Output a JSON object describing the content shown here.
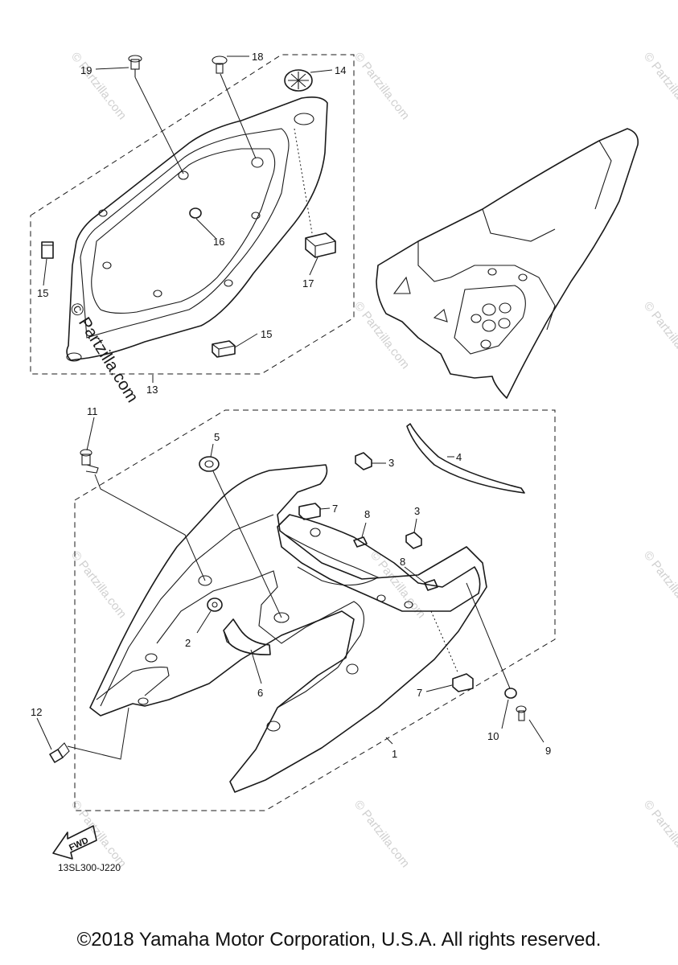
{
  "watermark": {
    "small": "© Partzilla.com",
    "large": "© Partzilla.com"
  },
  "callouts": [
    {
      "id": "c1",
      "label": "1"
    },
    {
      "id": "c2",
      "label": "2"
    },
    {
      "id": "c3a",
      "label": "3"
    },
    {
      "id": "c3b",
      "label": "3"
    },
    {
      "id": "c4",
      "label": "4"
    },
    {
      "id": "c5",
      "label": "5"
    },
    {
      "id": "c6",
      "label": "6"
    },
    {
      "id": "c7a",
      "label": "7"
    },
    {
      "id": "c7b",
      "label": "7"
    },
    {
      "id": "c8a",
      "label": "8"
    },
    {
      "id": "c8b",
      "label": "8"
    },
    {
      "id": "c9",
      "label": "9"
    },
    {
      "id": "c10",
      "label": "10"
    },
    {
      "id": "c11",
      "label": "11"
    },
    {
      "id": "c12",
      "label": "12"
    },
    {
      "id": "c13",
      "label": "13"
    },
    {
      "id": "c14",
      "label": "14"
    },
    {
      "id": "c15a",
      "label": "15"
    },
    {
      "id": "c15b",
      "label": "15"
    },
    {
      "id": "c16",
      "label": "16"
    },
    {
      "id": "c17",
      "label": "17"
    },
    {
      "id": "c18",
      "label": "18"
    },
    {
      "id": "c19",
      "label": "19"
    }
  ],
  "fwd_label": "FWD",
  "diagram_code": "13SL300-J220",
  "copyright": "©2018 Yamaha Motor Corporation, U.S.A. All rights reserved."
}
